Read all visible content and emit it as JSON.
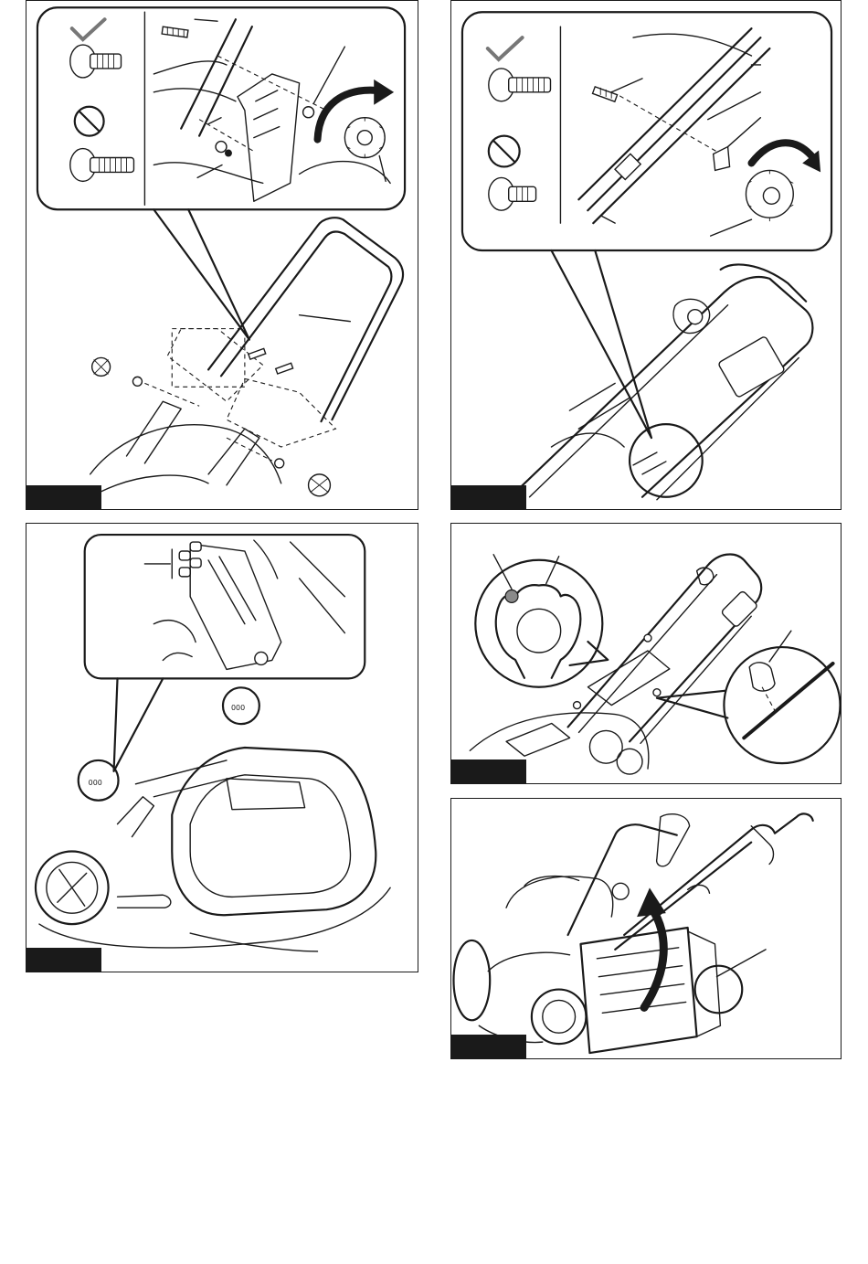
{
  "figures": [
    {
      "id": "fig1",
      "label": ""
    },
    {
      "id": "fig2",
      "label": ""
    },
    {
      "id": "fig3",
      "label": ""
    },
    {
      "id": "fig4",
      "label": ""
    },
    {
      "id": "fig5",
      "label": ""
    }
  ],
  "icons": {
    "correct": "check-mark-icon",
    "incorrect": "prohibited-icon",
    "direction": "curved-arrow-icon"
  },
  "colors": {
    "line": "#1a1a1a",
    "figure_tag": "#1a1a1a",
    "highlight": "#8a8a8a",
    "check": "#777777"
  }
}
